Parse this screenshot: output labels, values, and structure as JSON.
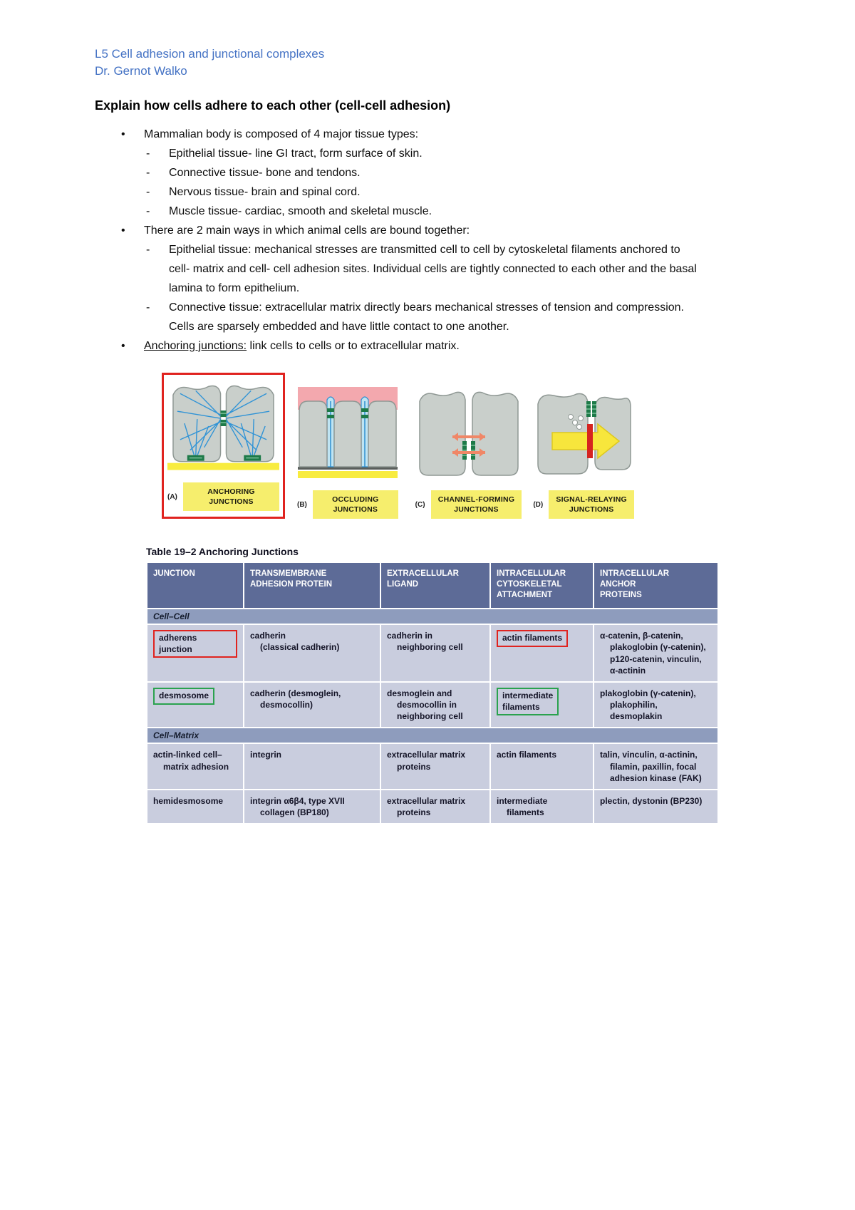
{
  "colors": {
    "header_text": "#4472c4",
    "table_header_bg": "#5d6b97",
    "table_section_bg": "#8e9cbd",
    "table_row_bg": "#c9cdde",
    "highlight_red": "#e0231f",
    "highlight_green": "#2aa24e",
    "figure_label_bg": "#f6ee6d"
  },
  "header": {
    "course": "L5 Cell adhesion and junctional complexes",
    "lecturer": "Dr. Gernot Walko"
  },
  "heading": "Explain how cells adhere to each other (cell-cell adhesion)",
  "bullets": {
    "b1": {
      "text": "Mammalian body is composed of 4 major tissue types:",
      "subs": [
        "Epithelial tissue- line GI tract, form surface of skin.",
        "Connective tissue- bone and tendons.",
        "Nervous tissue- brain and spinal cord.",
        "Muscle tissue- cardiac, smooth and skeletal muscle."
      ]
    },
    "b2": {
      "text": "There are 2 main ways in which animal cells are bound together:",
      "subs": [
        "Epithelial tissue: mechanical stresses are transmitted cell to cell by cytoskeletal filaments anchored to cell- matrix and cell- cell adhesion sites. Individual cells are tightly connected to each other and the basal lamina to form epithelium.",
        "Connective tissue: extracellular matrix directly bears mechanical stresses of tension and compression. Cells are sparsely embedded and have little contact to one another."
      ]
    },
    "b3": {
      "lead": "Anchoring junctions:",
      "rest": " link cells to cells or to extracellular matrix."
    }
  },
  "figure": {
    "panels": [
      {
        "letter": "(A)",
        "label": "ANCHORING JUNCTIONS"
      },
      {
        "letter": "(B)",
        "label": "OCCLUDING JUNCTIONS"
      },
      {
        "letter": "(C)",
        "label": "CHANNEL-FORMING JUNCTIONS"
      },
      {
        "letter": "(D)",
        "label": "SIGNAL-RELAYING JUNCTIONS"
      }
    ]
  },
  "table": {
    "title_label": "Table 19–2",
    "title_text": " Anchoring Junctions",
    "headers": [
      "JUNCTION",
      "TRANSMEMBRANE\nADHESION PROTEIN",
      "EXTRACELLULAR\nLIGAND",
      "INTRACELLULAR\nCYTOSKELETAL\nATTACHMENT",
      "INTRACELLULAR\nANCHOR\nPROTEINS"
    ],
    "sections": [
      {
        "name": "Cell–Cell",
        "rows": [
          {
            "junction": "adherens junction",
            "junction_box": "red",
            "protein": "cadherin\n(classical cadherin)",
            "ligand": "cadherin in\nneighboring cell",
            "attachment": "actin filaments",
            "attachment_box": "red",
            "anchors": "α-catenin, β-catenin,\nplakoglobin (γ-catenin),\np120-catenin, vinculin,\nα-actinin"
          },
          {
            "junction": "desmosome",
            "junction_box": "green",
            "protein": "cadherin (desmoglein,\ndesmocollin)",
            "ligand": "desmoglein and\ndesmocollin in\nneighboring cell",
            "attachment": "intermediate\nfilaments",
            "attachment_box": "green",
            "anchors": "plakoglobin (γ-catenin),\nplakophilin,\ndesmoplakin"
          }
        ]
      },
      {
        "name": "Cell–Matrix",
        "rows": [
          {
            "junction": "actin-linked cell–\nmatrix adhesion",
            "junction_box": "none",
            "protein": "integrin",
            "ligand": "extracellular matrix\nproteins",
            "attachment": "actin filaments",
            "attachment_box": "none",
            "anchors": "talin, vinculin, α-actinin,\nfilamin, paxillin, focal\nadhesion kinase (FAK)"
          },
          {
            "junction": "hemidesmosome",
            "junction_box": "none",
            "protein": "integrin α6β4, type XVII\ncollagen (BP180)",
            "ligand": "extracellular matrix\nproteins",
            "attachment": "intermediate\nfilaments",
            "attachment_box": "none",
            "anchors": "plectin, dystonin (BP230)"
          }
        ]
      }
    ]
  }
}
